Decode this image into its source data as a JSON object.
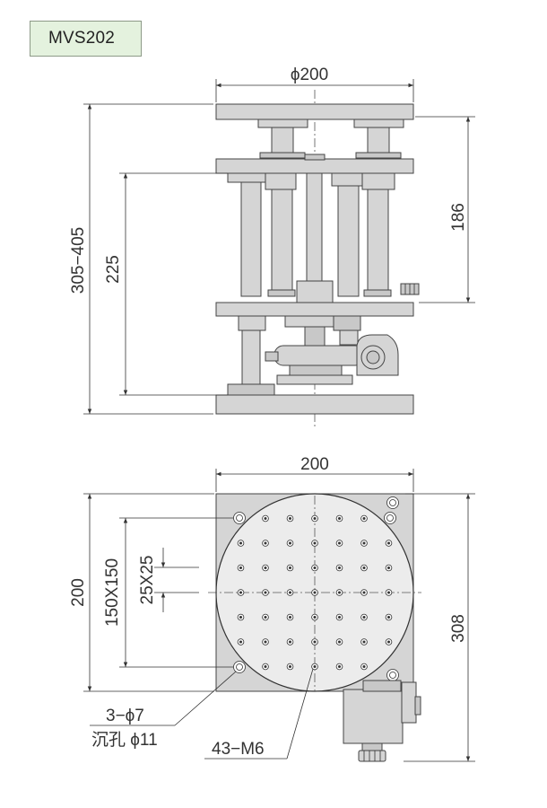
{
  "model_label": "MVS202",
  "front_view": {
    "top_width_label": "ϕ200",
    "overall_height_label": "305−405",
    "inner_height_label": "225",
    "right_height_label": "186"
  },
  "top_view": {
    "width_label": "200",
    "height_label": "200",
    "hole_pattern_label": "150X150",
    "pitch_label": "25X25",
    "overall_depth_label": "308",
    "mount_holes_label": "3−ϕ7",
    "counterbore_label": "沉孔 ϕ11",
    "tapped_holes_label": "43−M6"
  }
}
